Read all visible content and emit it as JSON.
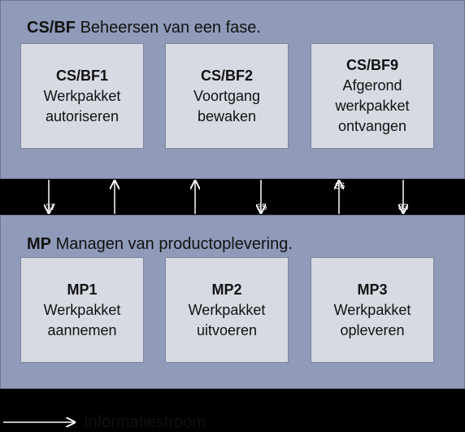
{
  "top_panel": {
    "code": "CS/BF",
    "title": "Beheersen van een fase.",
    "boxes": [
      {
        "code": "CS/BF1",
        "line1": "Werkpakket",
        "line2": "autoriseren",
        "line3": ""
      },
      {
        "code": "CS/BF2",
        "line1": "Voortgang",
        "line2": "bewaken",
        "line3": ""
      },
      {
        "code": "CS/BF9",
        "line1": "Afgerond",
        "line2": "werkpakket",
        "line3": "ontvangen"
      }
    ]
  },
  "bottom_panel": {
    "code": "MP",
    "title": "Managen van productoplevering.",
    "boxes": [
      {
        "code": "MP1",
        "line1": "Werkpakket",
        "line2": "aannemen"
      },
      {
        "code": "MP2",
        "line1": "Werkpakket",
        "line2": "uitvoeren"
      },
      {
        "code": "MP3",
        "line1": "Werkpakket",
        "line2": "opleveren"
      }
    ]
  },
  "flow_labels": [
    "37",
    "35",
    "36",
    "33"
  ],
  "legend": {
    "label": "Informatiestroom"
  },
  "colors": {
    "panel": "#8f9bb8",
    "box": "#d7dae2",
    "background": "#000000",
    "arrow": "#ffffff"
  }
}
